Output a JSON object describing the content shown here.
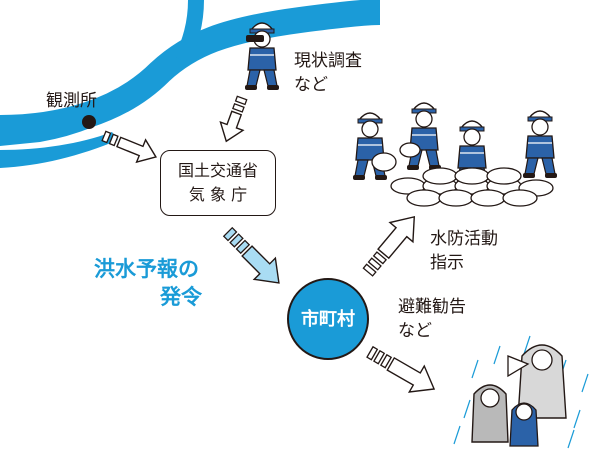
{
  "labels": {
    "survey": [
      "現状調査",
      "など"
    ],
    "station": "観測所",
    "agency": [
      "国土交通省",
      "気 象 庁"
    ],
    "flood_forecast": [
      "洪水予報の",
      "発令"
    ],
    "city": "市町村",
    "flood_defense": [
      "水防活動",
      "指示"
    ],
    "evacuation": [
      "避難勧告",
      "など"
    ]
  },
  "colors": {
    "river": "#1a9bd7",
    "accent_blue": "#1a9bd7",
    "arrow_fill_light": "#a9dcf3",
    "ink": "#231815",
    "worker_suit": "#2b62a8"
  }
}
